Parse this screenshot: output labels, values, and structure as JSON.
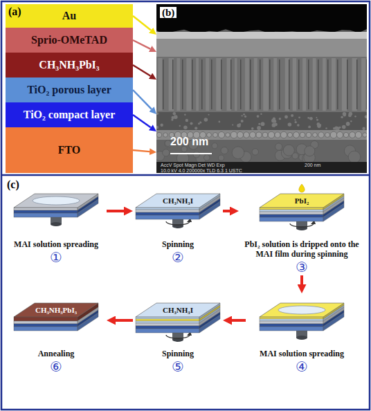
{
  "diagram": {
    "nodes": [
      {
        "text": [
          "Au"
        ]
      },
      {
        "text": [
          "Sprio-OMeTAD"
        ]
      },
      {
        "text": [
          "CH₃NH₃PbI₃"
        ]
      },
      {
        "text": [
          "TiO₂ porous layer"
        ]
      },
      {
        "text": [
          "TiO₂ compact layer"
        ]
      },
      {
        "text": [
          "FTO"
        ]
      },
      {
        "text": [
          "200 nm"
        ]
      },
      {
        "text": [
          "MAI solution spreading",
          "①"
        ]
      },
      {
        "text": [
          "CH₃NH₃I",
          "Spinning",
          "②"
        ]
      },
      {
        "text": [
          "PbI₂",
          "PbI₂ solution is dripped onto the MAI film during spinning",
          "③"
        ]
      },
      {
        "text": [
          "MAI solution spreading",
          "④"
        ]
      },
      {
        "text": [
          "CH₃NH₃I",
          "Spinning",
          "⑤"
        ]
      },
      {
        "text": [
          "CH₃NH₃PbI₃",
          "Annealing",
          "⑥"
        ]
      }
    ],
    "edges": [
      {
        "from": 0,
        "to": 6,
        "arrow": "to"
      },
      {
        "from": 1,
        "to": 6,
        "arrow": "to"
      },
      {
        "from": 2,
        "to": 6,
        "arrow": "to"
      },
      {
        "from": 3,
        "to": 6,
        "arrow": "to"
      },
      {
        "from": 4,
        "to": 6,
        "arrow": "to"
      },
      {
        "from": 5,
        "to": 6,
        "arrow": "to"
      },
      {
        "from": 7,
        "to": 8,
        "arrow": "to"
      },
      {
        "from": 8,
        "to": 9,
        "arrow": "to"
      },
      {
        "from": 9,
        "to": 10,
        "arrow": "to"
      },
      {
        "from": 10,
        "to": 11,
        "arrow": "to"
      },
      {
        "from": 11,
        "to": 12,
        "arrow": "to"
      }
    ],
    "labels": [
      "(a)",
      "(b)",
      "(c)",
      "AccV Spot Magn Det WD Exp",
      "10.0 kV 4.0 200000x TLD 6.3 1 USTC",
      "200 nm"
    ]
  }
}
